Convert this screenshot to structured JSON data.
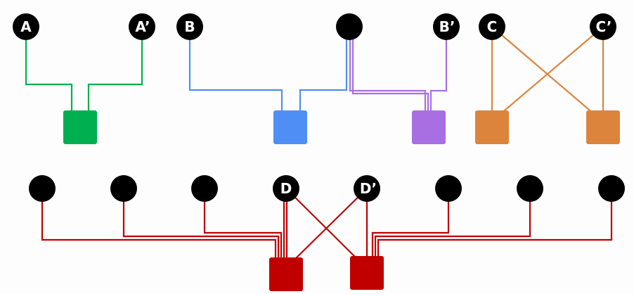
{
  "colors": {
    "green": "#00b050",
    "blue": "#4f8ff5",
    "purple": "#a86fe3",
    "orange": "#dc843c",
    "red": "#c00000",
    "node": "#000000",
    "label": "#ffffff"
  },
  "nodes": {
    "a": "A",
    "a_prime": "A’",
    "b": "B",
    "b_prime": "B’",
    "c": "C",
    "c_prime": "C’",
    "d": "D",
    "d_prime": "D’"
  }
}
